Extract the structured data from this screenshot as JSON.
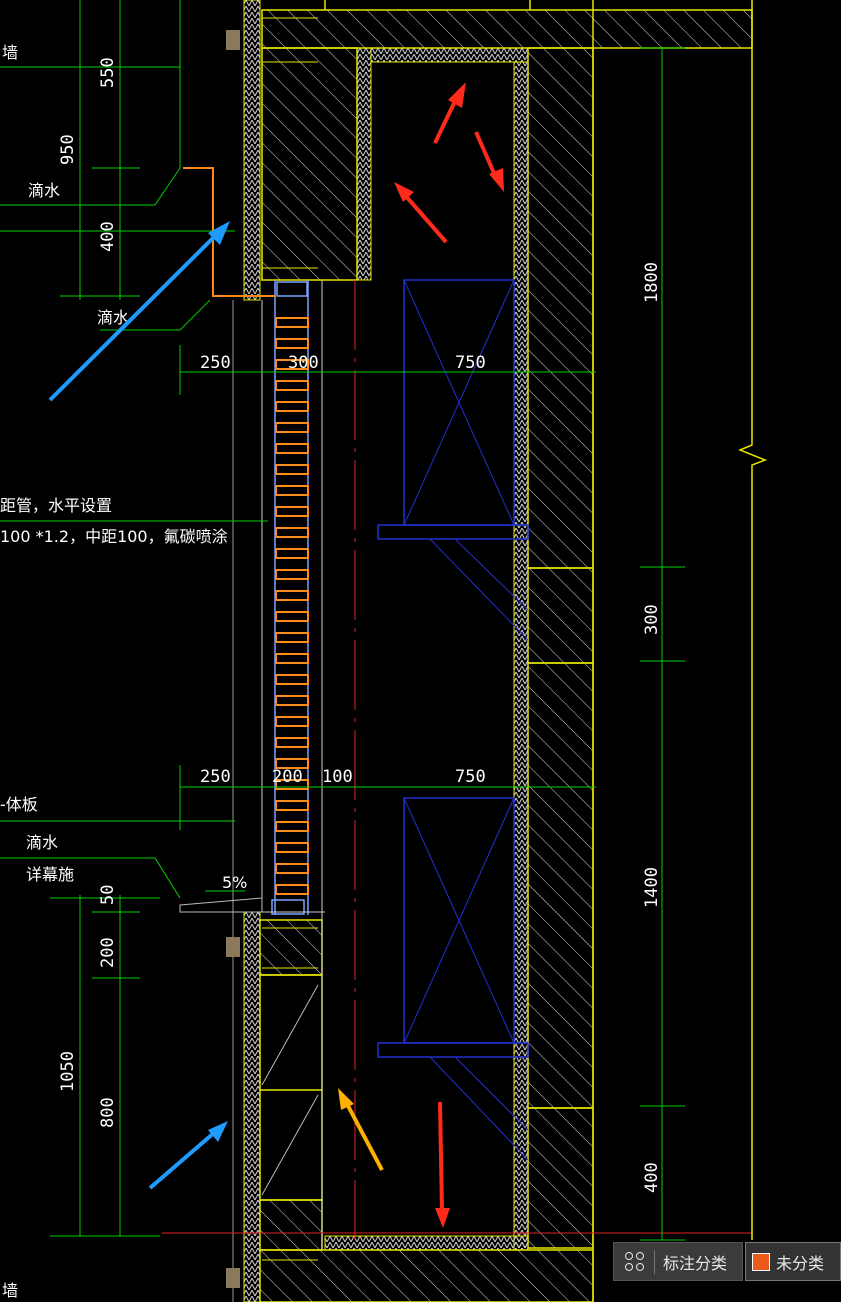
{
  "drawing": {
    "colors": {
      "wall": "#e6e600",
      "dimension": "#00d000",
      "frame": "#2030d0",
      "mullion": "#ff8a1a",
      "glass": "#7aa2ff",
      "axis": "#e02020",
      "arrow_red": "#ff2a1a",
      "arrow_blue": "#1e9bff",
      "arrow_orange": "#ffb000"
    },
    "dims_top": [
      "550",
      "950",
      "400"
    ],
    "dims_row1": [
      "250",
      "300",
      "750"
    ],
    "dims_row2": [
      "250",
      "200",
      "100",
      "750"
    ],
    "dims_bottom_left": [
      "50",
      "200",
      "1050",
      "800"
    ],
    "dims_right": [
      "1800",
      "300",
      "1400",
      "400"
    ],
    "labels": {
      "top_wall": "墙",
      "drip_top": "滴水",
      "drip_mid": "滴水",
      "pipe_line1": "距管，水平设置",
      "pipe_line2": "100 *1.2，中距100，氟碳喷涂",
      "panel": "-体板",
      "drip_low": "滴水",
      "detail": "详幕施",
      "slope": "5%",
      "bottom_wall": "墙"
    }
  },
  "toolbar": {
    "classify_label": "标注分类",
    "unclassified_label": "未分类",
    "unclassified_color": "#ea5a1a",
    "icon": "grid-icon"
  }
}
